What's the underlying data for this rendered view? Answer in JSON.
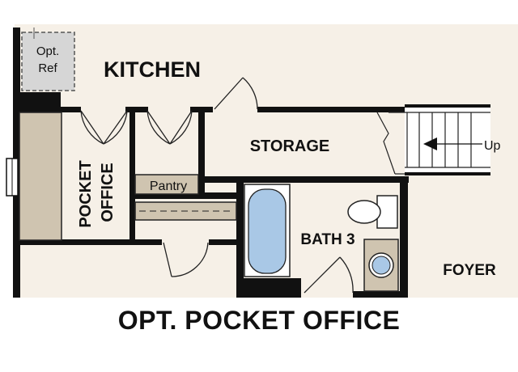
{
  "colors": {
    "floor": "#f6f0e7",
    "wall": "#111111",
    "cabinet": "#cfc4b0",
    "fixture_fill": "#ffffff",
    "tub_water": "#a9c8e6",
    "appliance": "#d6d6d6"
  },
  "labels": {
    "kitchen": "KITCHEN",
    "opt_ref_line1": "Opt.",
    "opt_ref_line2": "Ref",
    "pocket_office_line1": "POCKET",
    "pocket_office_line2": "OFFICE",
    "storage": "STORAGE",
    "pantry": "Pantry",
    "bath": "BATH 3",
    "foyer": "FOYER",
    "stairs_up": "Up"
  },
  "caption": "OPT. POCKET OFFICE"
}
